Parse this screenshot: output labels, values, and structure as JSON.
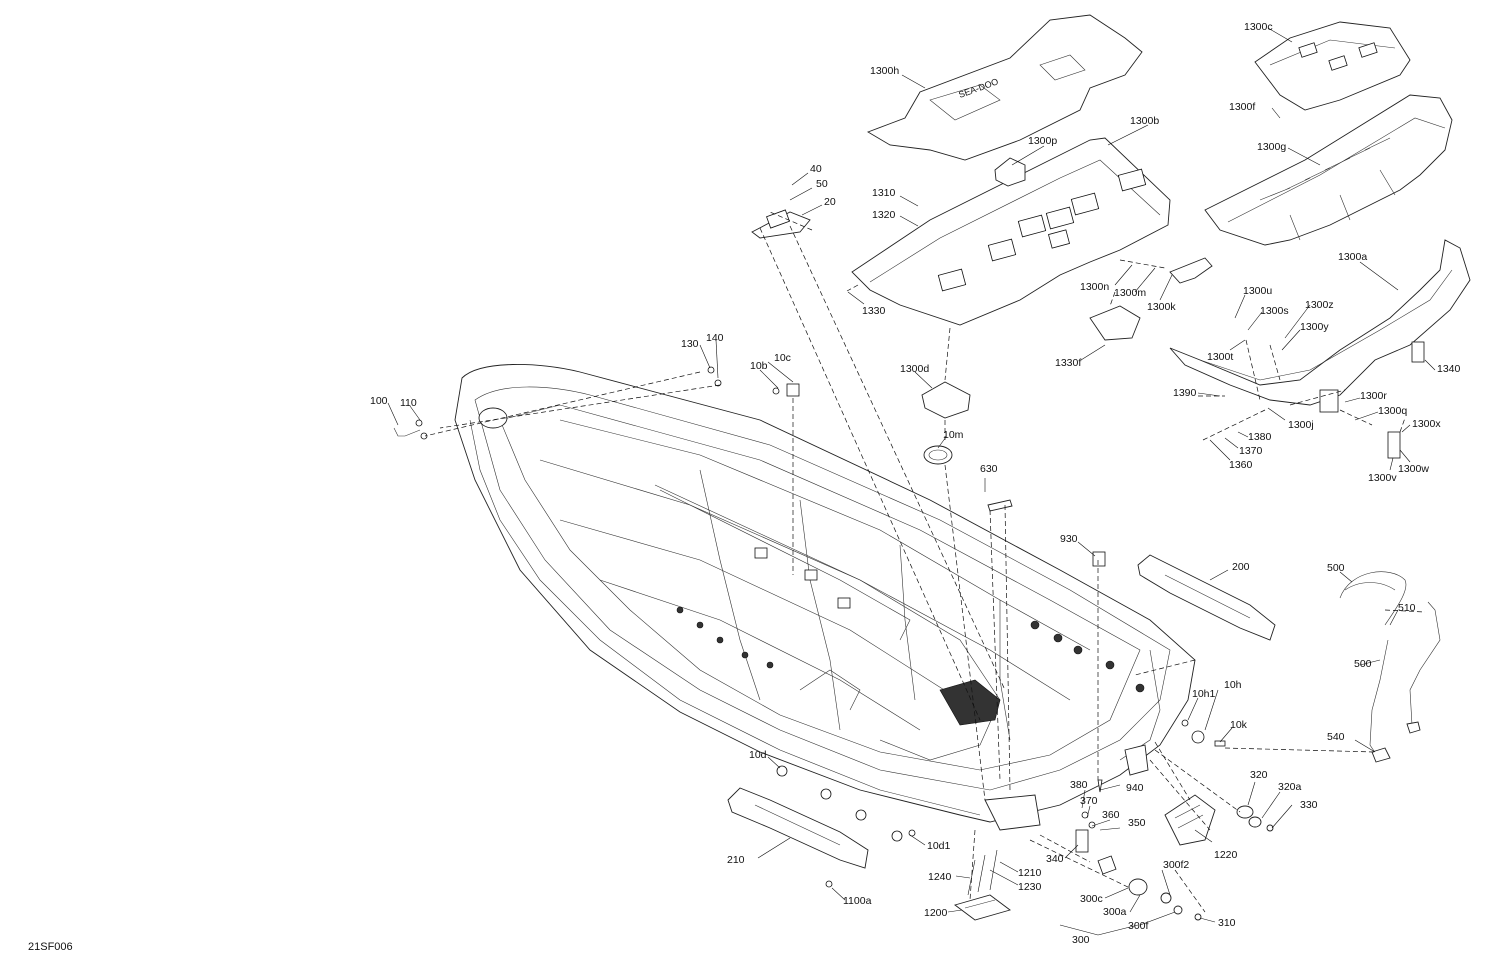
{
  "diagram": {
    "code": "21SF006",
    "labels": [
      "1300h",
      "1300c",
      "1300f",
      "1300p",
      "1300b",
      "1300g",
      "40",
      "50",
      "20",
      "1310",
      "1320",
      "1300n",
      "1300m",
      "1300k",
      "1330",
      "1300a",
      "1300u",
      "1300s",
      "1300z",
      "1300y",
      "1300t",
      "1340",
      "1330f",
      "1300d",
      "130",
      "140",
      "10c",
      "10b",
      "100",
      "110",
      "1390",
      "1300r",
      "1300q",
      "1300j",
      "1300x",
      "1380",
      "1370",
      "1360",
      "1300v",
      "1300w",
      "10m",
      "630",
      "930",
      "200",
      "500",
      "510",
      "10h1",
      "10h",
      "10k",
      "540",
      "10d",
      "380",
      "370",
      "360",
      "350",
      "940",
      "320",
      "320a",
      "330",
      "1220",
      "340",
      "10d1",
      "210",
      "1210",
      "1230",
      "1240",
      "300f2",
      "310",
      "300c",
      "300a",
      "300f",
      "1200",
      "1100a",
      "300"
    ]
  }
}
